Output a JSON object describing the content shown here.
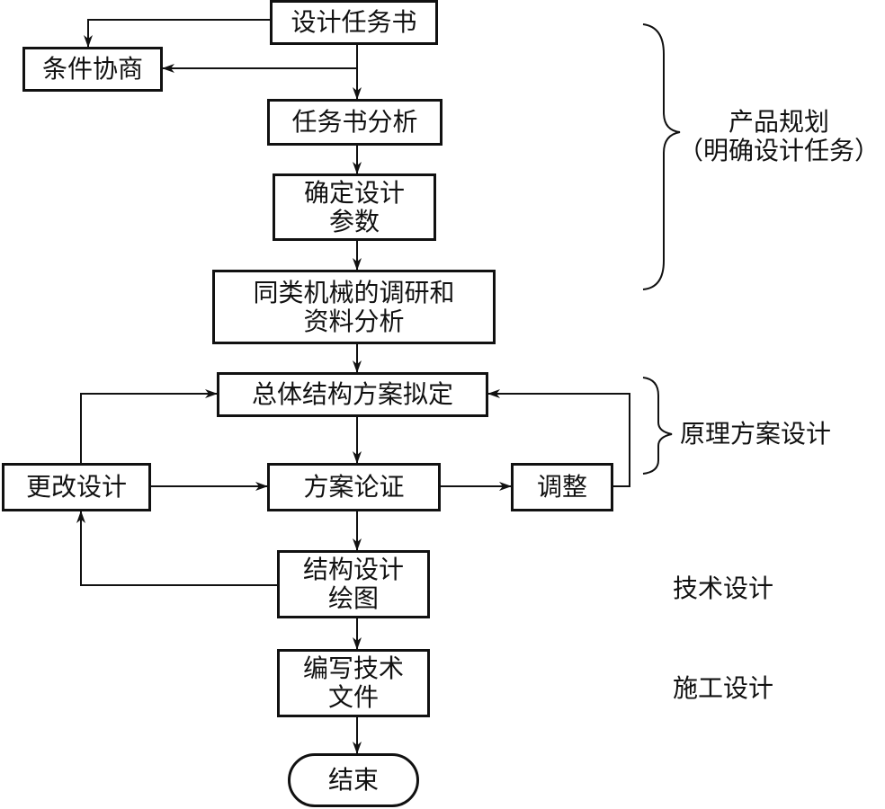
{
  "nodes": {
    "task_book": "设计任务书",
    "negotiate": "条件协商",
    "task_analysis": "任务书分析",
    "params": [
      "确定设计",
      "参数"
    ],
    "research": [
      "同类机械的调研和",
      "资料分析"
    ],
    "overall": "总体结构方案拟定",
    "change": "更改设计",
    "demonstrate": "方案论证",
    "adjust": "调整",
    "struct_design": [
      "结构设计",
      "绘图"
    ],
    "tech_docs": [
      "编写技术",
      "文件"
    ],
    "end": "结束"
  },
  "stages": {
    "planning": [
      "产品规划",
      "（明确设计任务）"
    ],
    "principle": "原理方案设计",
    "technical": "技术设计",
    "construction": "施工设计"
  }
}
